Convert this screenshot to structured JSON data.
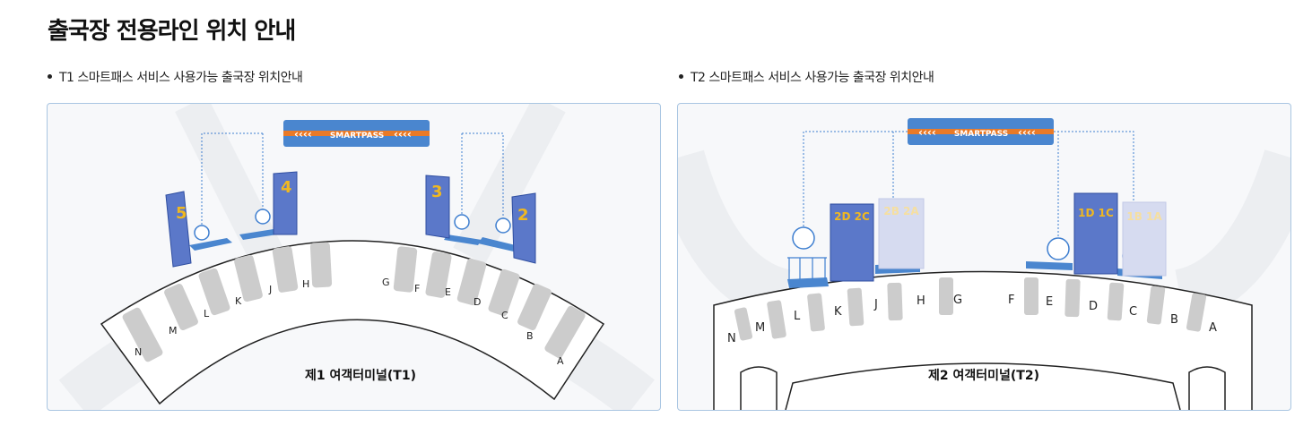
{
  "page": {
    "title": "출국장 전용라인 위치 안내"
  },
  "t1": {
    "heading": "T1 스마트패스 서비스 사용가능 출국장 위치안내",
    "banner": "SMARTPASS",
    "terminal_label": "제1 여객터미널(T1)",
    "gate_numbers": [
      "5",
      "4",
      "3",
      "2"
    ],
    "counters": [
      "N",
      "M",
      "L",
      "K",
      "J",
      "H",
      "G",
      "F",
      "E",
      "D",
      "C",
      "B",
      "A"
    ]
  },
  "t2": {
    "heading": "T2 스마트패스 서비스 사용가능 출국장 위치안내",
    "banner": "SMARTPASS",
    "terminal_label": "제2 여객터미널(T2)",
    "gate_labels": [
      "2D 2C",
      "2B 2A",
      "1D 1C",
      "1B 1A"
    ],
    "counters": [
      "N",
      "M",
      "L",
      "K",
      "J",
      "H",
      "G",
      "F",
      "E",
      "D",
      "C",
      "B",
      "A"
    ]
  },
  "colors": {
    "pillar_blue": "#5b78c9",
    "pillar_faded": "#d6dbf0",
    "gate_number": "#f0b820",
    "banner_blue": "#4a86cf",
    "banner_orange": "#e97a28",
    "counter_gray": "#cccccc",
    "border": "#a9c6e2"
  }
}
